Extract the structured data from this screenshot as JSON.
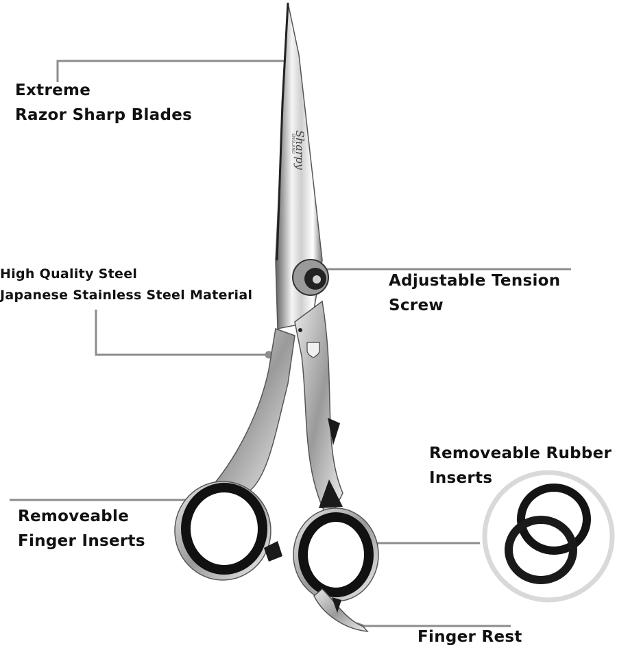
{
  "callouts": {
    "blades": {
      "line1": "Extreme",
      "line2": "Razor Sharp Blades"
    },
    "steel": {
      "line1": "High Quality Steel",
      "line2": "Japanese Stainless Steel Material"
    },
    "tension": {
      "line1": "Adjustable Tension",
      "line2": "Screw"
    },
    "finger_inserts": {
      "line1": "Removeable",
      "line2": "Finger Inserts"
    },
    "rubber_inserts": {
      "line1": "Removeable Rubber",
      "line2": "Inserts"
    },
    "finger_rest": {
      "line1": "Finger Rest"
    }
  },
  "blade_engraving": {
    "brand": "Sharpy",
    "sub": "ENGLAND"
  },
  "colors": {
    "leader": "#8c8c8c",
    "steel_light": "#f2f2f2",
    "steel_dark": "#6e6e6e",
    "rubber": "#111111",
    "circle": "#d9d9d9"
  }
}
